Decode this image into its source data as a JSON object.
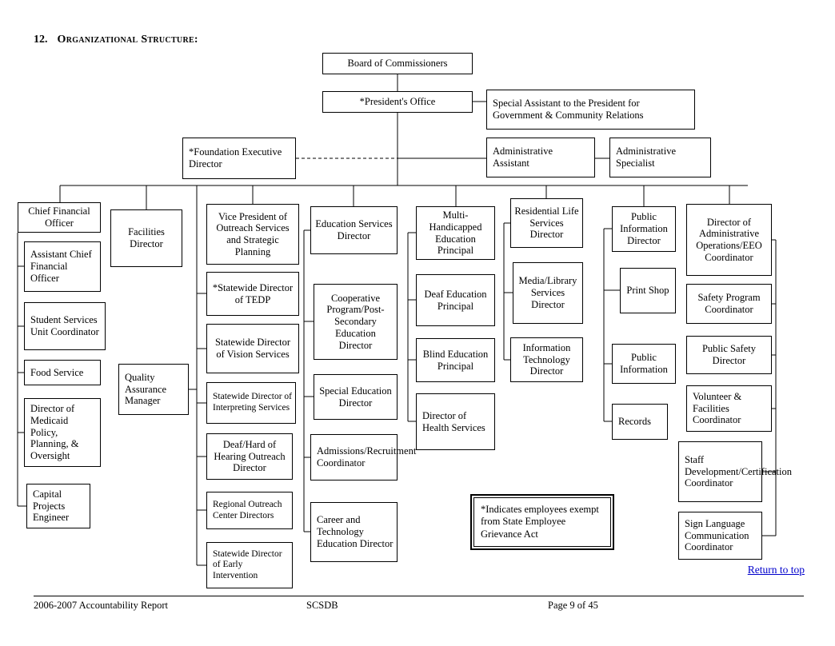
{
  "heading": {
    "number": "12.",
    "title": "Organizational Structure:"
  },
  "boxes": {
    "board": "Board of Commissioners",
    "president": "*President's Office",
    "special_assistant": "Special Assistant to the President for Government & Community Relations",
    "foundation_exec": "*Foundation Executive Director",
    "admin_assistant": "Administrative Assistant",
    "admin_specialist": "Administrative Specialist",
    "cfo": "Chief Financial Officer",
    "asst_cfo": "Assistant Chief Financial Officer",
    "student_services": "Student Services Unit Coordinator",
    "food_service": "Food Service",
    "medicaid": "Director of Medicaid Policy, Planning, & Oversight",
    "capital_projects": "Capital Projects Engineer",
    "facilities": "Facilities Director",
    "qa_manager": "Quality Assurance Manager",
    "vp_outreach": "Vice President of Outreach Services and Strategic Planning",
    "tedp": "*Statewide Director of TEDP",
    "vision": "Statewide Director of Vision Services",
    "interpreting": "Statewide Director of Interpreting Services",
    "dhh_outreach": "Deaf/Hard of Hearing Outreach Director",
    "regional_outreach": "Regional Outreach Center Directors",
    "early_intervention": "Statewide Director of Early Intervention",
    "education_services": "Education Services Director",
    "cooperative": "Cooperative Program/Post-Secondary Education Director",
    "special_ed": "Special Education Director",
    "admissions": "Admissions/Recruitment Coordinator",
    "career_tech": "Career and Technology Education Director",
    "multi_handicapped": "Multi-Handicapped Education Principal",
    "deaf_ed": "Deaf Education Principal",
    "blind_ed": "Blind Education Principal",
    "health_services": "Director of Health Services",
    "residential_life": "Residential Life Services Director",
    "media_library": "Media/Library Services Director",
    "it_director": "Information Technology Director",
    "public_info_director": "Public Information Director",
    "print_shop": "Print Shop",
    "public_information": "Public Information",
    "records": "Records",
    "admin_operations": "Director of Administrative Operations/EEO Coordinator",
    "safety_program": "Safety Program Coordinator",
    "public_safety": "Public Safety Director",
    "volunteer_facilities": "Volunteer & Facilities Coordinator",
    "staff_development": "Staff Development/Certification Coordinator",
    "sign_language": "Sign Language Communication Coordinator"
  },
  "legend": {
    "text": "*Indicates employees exempt from State Employee Grievance Act"
  },
  "links": {
    "return_to_top": "Return to top"
  },
  "footer": {
    "left": "2006-2007 Accountability Report",
    "center": "SCSDB",
    "right": "Page 9 of 45"
  },
  "colors": {
    "link": "#0000cc",
    "line": "#000000"
  }
}
